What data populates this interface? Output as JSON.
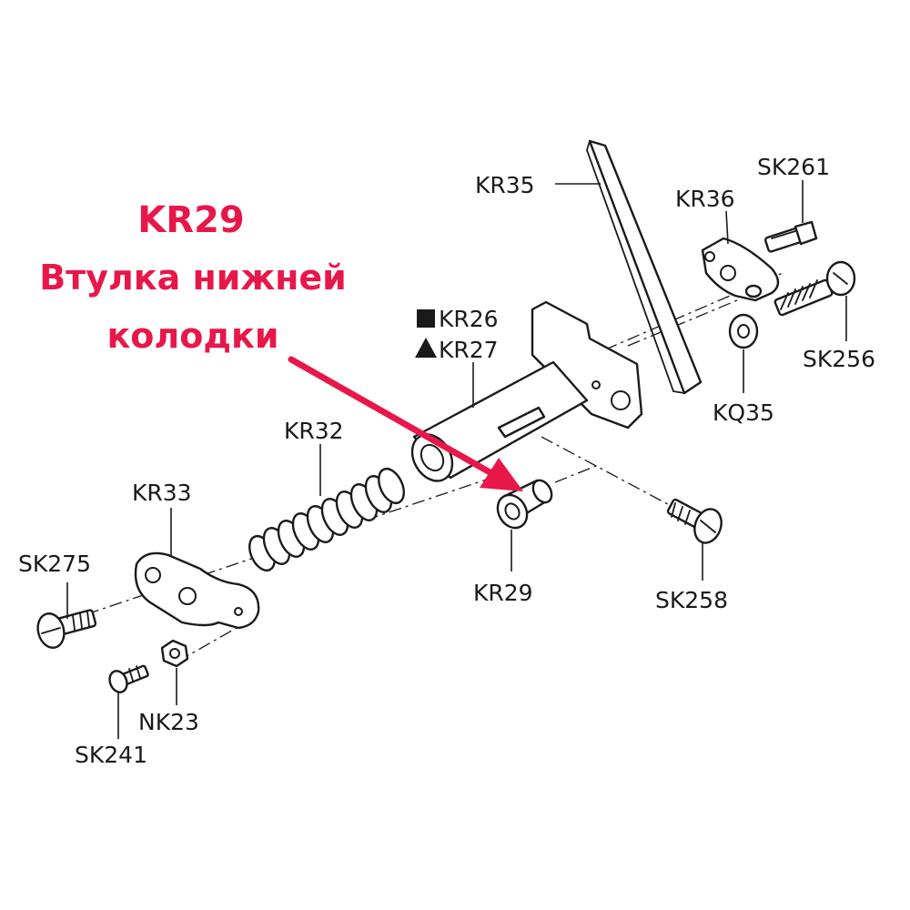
{
  "callout": {
    "part_code": "KR29",
    "description_line1": "Втулка нижней",
    "description_line2": "колодки",
    "accent_color": "#e8174a"
  },
  "parts": {
    "kr35": "KR35",
    "kr36": "KR36",
    "sk261": "SK261",
    "kr26": "KR26",
    "kr27": "KR27",
    "sk256": "SK256",
    "kq35": "KQ35",
    "kr32": "KR32",
    "kr33": "KR33",
    "sk275": "SK275",
    "kr29": "KR29",
    "sk258": "SK258",
    "nk23": "NK23",
    "sk241": "SK241"
  },
  "symbols": {
    "square_marker": "square-icon",
    "triangle_marker": "triangle-icon"
  }
}
